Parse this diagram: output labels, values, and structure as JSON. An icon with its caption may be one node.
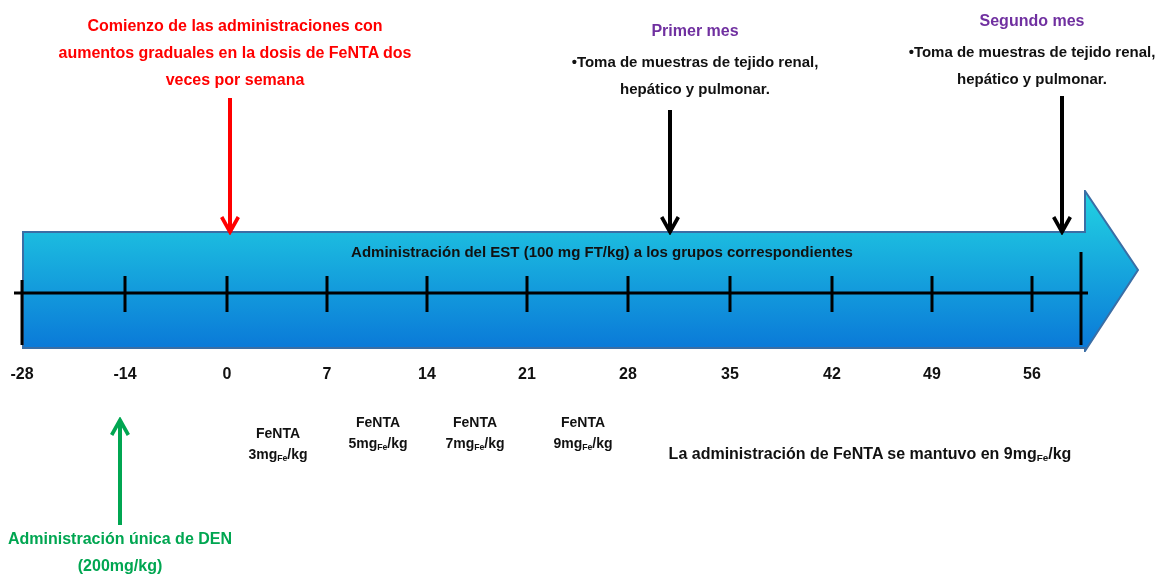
{
  "diagram": {
    "nodes": [
      {
        "text": [
          "Comienzo de las administraciones con aumentos graduales en la dosis de FeNTA dos veces por semana"
        ]
      },
      {
        "text": [
          "Administración del EST (100 mg FT/kg) a los grupos correspondientes"
        ]
      },
      {
        "text": [
          "Primer mes",
          "•Toma de muestras de tejido renal, hepático y pulmonar."
        ]
      },
      {
        "text": [
          "Segundo mes",
          "•Toma de muestras de tejido renal, hepático y pulmonar."
        ]
      },
      {
        "text": [
          "Administración única de DEN (200mg/kg)"
        ]
      }
    ],
    "edges": [
      {
        "from": 0,
        "to": 1,
        "arrow": "to",
        "color": "#ff0000"
      },
      {
        "from": 2,
        "to": 1,
        "arrow": "to"
      },
      {
        "from": 3,
        "to": 1,
        "arrow": "to"
      },
      {
        "from": 4,
        "to": null,
        "arrow": "to",
        "color": "#00a651"
      }
    ],
    "labels": [
      "-28",
      "-14",
      "0",
      "7",
      "14",
      "21",
      "28",
      "35",
      "42",
      "49",
      "56",
      "FeNTA 3mg$_{Fe}$/kg",
      "FeNTA 5mg$_{Fe}$/kg",
      "FeNTA 7mg$_{Fe}$/kg",
      "FeNTA 9mg$_{Fe}$/kg",
      "La administración de FeNTA se mantuvo en 9mg$_{Fe}$/kg"
    ]
  }
}
